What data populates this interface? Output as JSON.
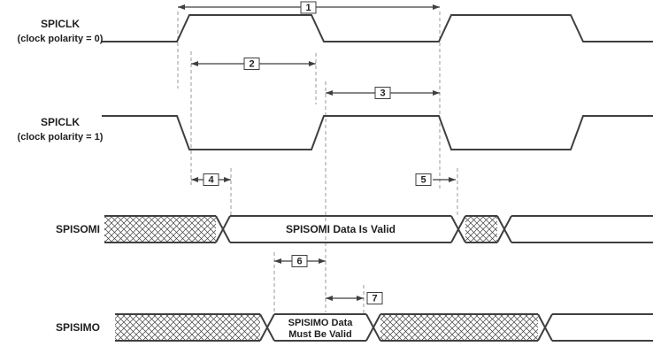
{
  "colors": {
    "line": "#3f3f3f",
    "dashed-line": "#999999",
    "text": "#1f1f1f",
    "background": "#ffffff"
  },
  "signals": {
    "spiclk0": {
      "name": "SPICLK",
      "subtitle": "(clock polarity = 0)"
    },
    "spiclk1": {
      "name": "SPICLK",
      "subtitle": "(clock polarity = 1)"
    },
    "spisomi": {
      "name": "SPISOMI",
      "valid_label": "SPISOMI Data Is Valid"
    },
    "spisimo": {
      "name": "SPISIMO",
      "valid_label_line1": "SPISIMO Data",
      "valid_label_line2": "Must Be Valid"
    }
  },
  "measurements": {
    "m1": "1",
    "m2": "2",
    "m3": "3",
    "m4": "4",
    "m5": "5",
    "m6": "6",
    "m7": "7"
  }
}
